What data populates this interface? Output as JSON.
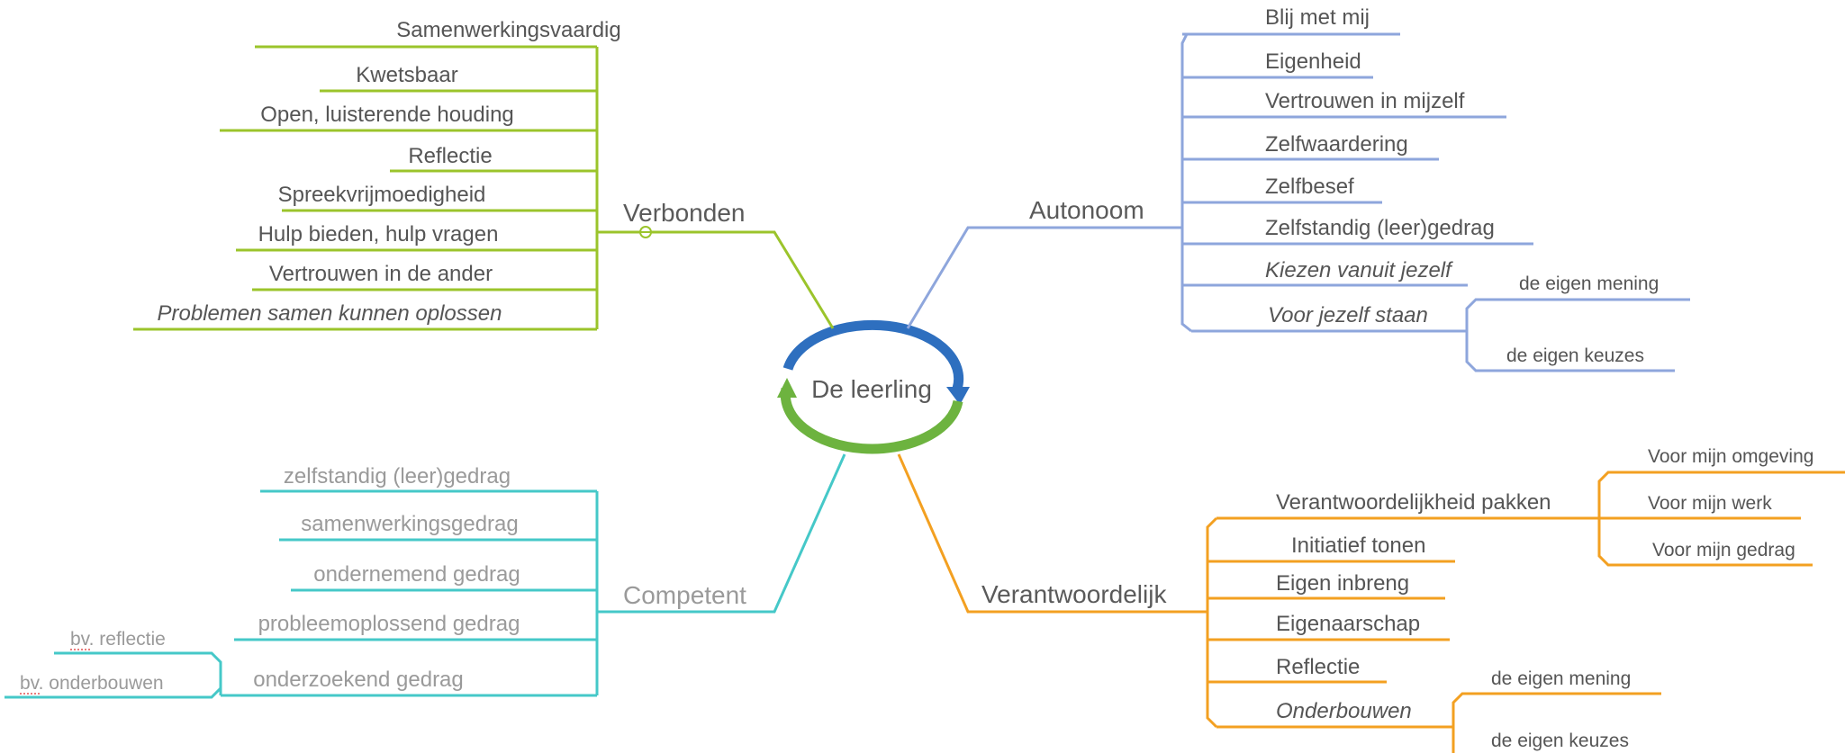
{
  "center": {
    "label": "De leerling"
  },
  "branches": {
    "verbonden": {
      "label": "Verbonden",
      "items": [
        "Samenwerkingsvaardig",
        "Kwetsbaar",
        "Open, luisterende houding",
        "Reflectie",
        "Spreekvrijmoedigheid",
        "Hulp bieden, hulp vragen",
        "Vertrouwen in de ander",
        "Problemen samen kunnen oplossen"
      ]
    },
    "autonoom": {
      "label": "Autonoom",
      "items": [
        "Blij met mij",
        "Eigenheid",
        "Vertrouwen in mijzelf",
        "Zelfwaardering",
        "Zelfbesef",
        "Zelfstandig (leer)gedrag",
        "Kiezen vanuit jezelf",
        "Voor jezelf staan"
      ],
      "sub": [
        "de eigen mening",
        "de eigen keuzes"
      ]
    },
    "competent": {
      "label": "Competent",
      "items": [
        "zelfstandig (leer)gedrag",
        "samenwerkingsgedrag",
        "ondernemend gedrag",
        "probleemoplossend gedrag",
        "onderzoekend gedrag"
      ],
      "sub": [
        "bv. reflectie",
        "bv. onderbouwen"
      ]
    },
    "verantwoordelijk": {
      "label": "Verantwoordelijk",
      "items": [
        "Verantwoordelijkheid pakken",
        "Initiatief tonen",
        "Eigen inbreng",
        "Eigenaarschap",
        "Reflectie",
        "Onderbouwen"
      ],
      "sub_pakken": [
        "Voor mijn omgeving",
        "Voor mijn werk",
        "Voor mijn gedrag"
      ],
      "sub_onderbouwen": [
        "de eigen mening",
        "de eigen keuzes"
      ]
    }
  },
  "colors": {
    "verbonden": "#9bc42b",
    "autonoom": "#8ea6dc",
    "competent": "#45c8c8",
    "verantwoordelijk": "#f3a021",
    "cycle_blue": "#2e6fbf",
    "cycle_green": "#6db33f"
  }
}
